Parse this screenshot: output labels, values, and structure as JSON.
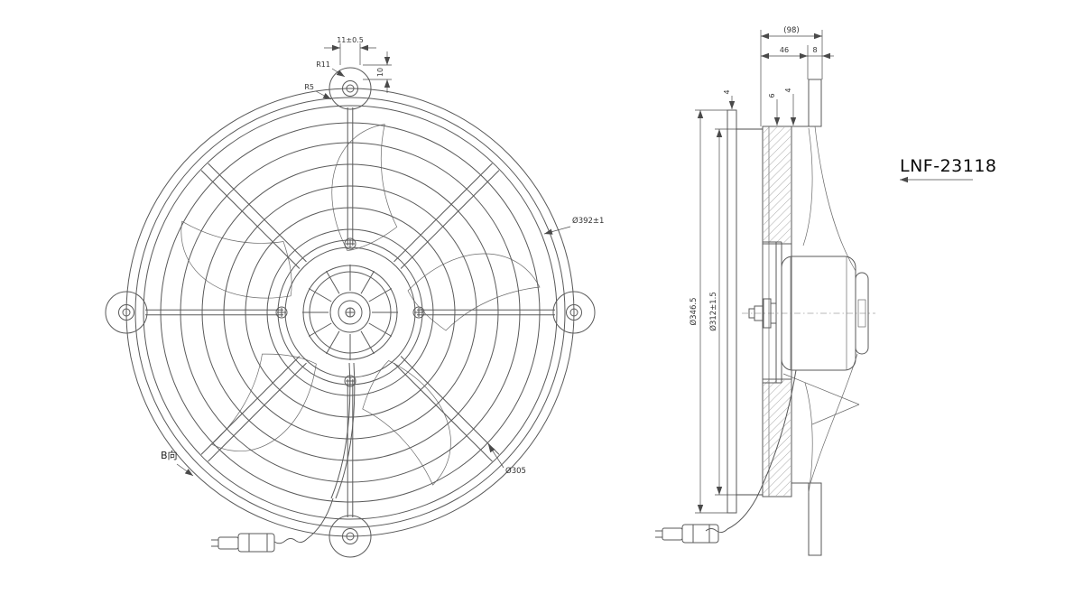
{
  "part_number": "LNF-23118",
  "front_view": {
    "view_label": "B向",
    "dims": {
      "tab_width": "11±0.5",
      "tab_height": "10",
      "fillet_r11": "R11",
      "fillet_r5": "R5",
      "grille_diameter": "Ø392±1",
      "ring_diameter": "Ø305"
    }
  },
  "side_view": {
    "dims": {
      "overall_depth": "(98)",
      "shroud_depth": "46",
      "flange_thickness": "8",
      "plate_thickness": "4",
      "rib_depth": "6",
      "wall_thickness": "4",
      "outer_diameter": "Ø346.5",
      "mount_diameter": "Ø312±1.5"
    }
  }
}
